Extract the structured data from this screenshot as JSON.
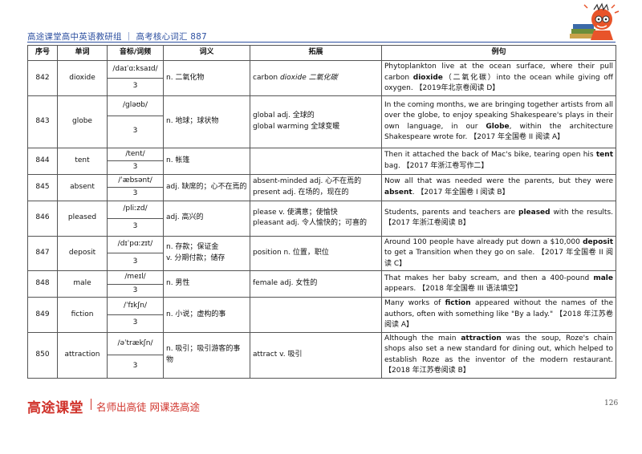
{
  "header": {
    "title": "高途课堂高中英语教研组 ｜ 高考核心词汇 887"
  },
  "columns": [
    "序号",
    "单词",
    "音标/词频",
    "词义",
    "拓展",
    "例句"
  ],
  "rows": [
    {
      "num": "842",
      "word": "dioxide",
      "pron": "/daɪˈɑːksaɪd/",
      "freq": "3",
      "meaning": "n. 二氧化物",
      "ext_pre": "carbon ",
      "ext_em": "dioxide 二氧化碳",
      "ext_line2": "",
      "ex_pre": "Phytoplankton live at the ocean surface, where their pull carbon ",
      "ex_bold": "dioxide",
      "ex_post": "（二氧化碳）into the ocean while giving off oxygen. 【2019年北京卷阅读 D】"
    },
    {
      "num": "843",
      "word": "globe",
      "pron": "/ɡləʊb/",
      "freq": "3",
      "meaning": "n. 地球；球状物",
      "ext_pre": "global adj. 全球的",
      "ext_em": "",
      "ext_line2": "global warming 全球变暖",
      "ex_pre": "In the coming months, we are bringing together artists from all over the globe, to enjoy speaking Shakespeare's plays in their own language, in our ",
      "ex_bold": "Globe",
      "ex_post": ", within the architecture Shakespeare wrote for. 【2017 年全国卷 II 阅读 A】"
    },
    {
      "num": "844",
      "word": "tent",
      "pron": "/tent/",
      "freq": "3",
      "meaning": "n. 帐篷",
      "ext_pre": "",
      "ext_em": "",
      "ext_line2": "",
      "ex_pre": "Then it attached the back of Mac's bike, tearing open his ",
      "ex_bold": "tent",
      "ex_post": " bag. 【2017 年浙江卷写作二】"
    },
    {
      "num": "845",
      "word": "absent",
      "pron": "/ˈæbsənt/",
      "freq": "3",
      "meaning": "adj. 缺席的；心不在焉的",
      "ext_pre": "absent-minded adj. 心不在焉的",
      "ext_em": "",
      "ext_line2": "present adj. 在场的，现在的",
      "ex_pre": "Now all that was needed were the parents, but they were ",
      "ex_bold": "absent",
      "ex_post": ". 【2017 年全国卷 I 阅读 B】"
    },
    {
      "num": "846",
      "word": "pleased",
      "pron": "/pliːzd/",
      "freq": "3",
      "meaning": "adj. 高兴的",
      "ext_pre": "please v. 使满意；使愉快",
      "ext_em": "",
      "ext_line2": "pleasant adj. 令人愉快的；可喜的",
      "ex_pre": "Students, parents and teachers are ",
      "ex_bold": "pleased",
      "ex_post": " with the results. 【2017 年浙江卷阅读 B】"
    },
    {
      "num": "847",
      "word": "deposit",
      "pron": "/dɪˈpɑːzɪt/",
      "freq": "3",
      "meaning": "n. 存款；保证金",
      "meaning2": "v. 分期付款；储存",
      "ext_pre": "position n. 位置，职位",
      "ext_em": "",
      "ext_line2": "",
      "ex_pre": "Around 100 people have already put down a $10,000 ",
      "ex_bold": "deposit",
      "ex_post": " to get a Transition when they go on sale. 【2017 年全国卷 II 阅读 C】"
    },
    {
      "num": "848",
      "word": "male",
      "pron": "/meɪl/",
      "freq": "3",
      "meaning": "n. 男性",
      "ext_pre": "female adj. 女性的",
      "ext_em": "",
      "ext_line2": "",
      "ex_pre": "That makes her baby scream, and then a 400-pound ",
      "ex_bold": "male",
      "ex_post": " appears. 【2018 年全国卷 III 语法填空】"
    },
    {
      "num": "849",
      "word": "fiction",
      "pron": "/ˈfɪkʃn/",
      "freq": "3",
      "meaning": "n. 小说；虚构的事",
      "ext_pre": "",
      "ext_em": "",
      "ext_line2": "",
      "ex_pre": "Many works of ",
      "ex_bold": "fiction",
      "ex_post": " appeared without the names of the authors, often with something like \"By a lady.\" 【2018 年江苏卷阅读 A】"
    },
    {
      "num": "850",
      "word": "attraction",
      "pron": "/əˈtrækʃn/",
      "freq": "3",
      "meaning": "n. 吸引；吸引游客的事物",
      "ext_pre": "attract v. 吸引",
      "ext_em": "",
      "ext_line2": "",
      "ex_pre": "Although the main ",
      "ex_bold": "attraction",
      "ex_post": " was the soup, Roze's chain shops also set a new standard for dining out, which helped to establish Roze as the inventor of the modern restaurant. 【2018 年江苏卷阅读 B】"
    }
  ],
  "footer": {
    "logo": "高途课堂",
    "slogan": "名师出高徒 网课选高途",
    "page": "126"
  },
  "colors": {
    "accent": "#2c4fa0",
    "brand_red": "#d0332b"
  }
}
